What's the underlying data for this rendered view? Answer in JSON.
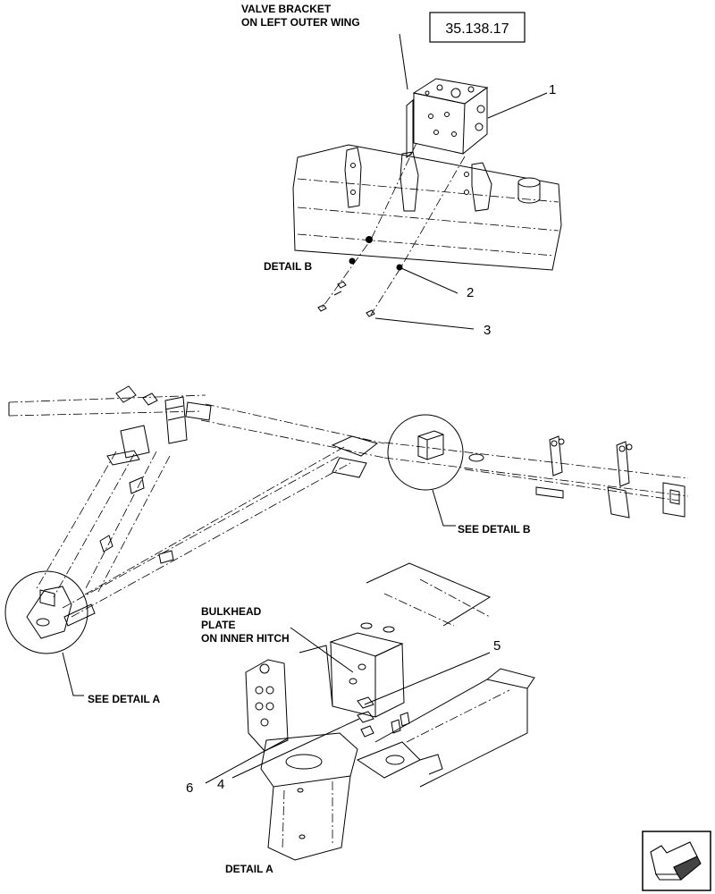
{
  "reference": "35.138.17",
  "labels": {
    "valve_bracket": [
      "VALVE BRACKET",
      "ON LEFT OUTER WING"
    ],
    "detail_b": "DETAIL  B",
    "see_detail_b": "SEE DETAIL  B",
    "see_detail_a": "SEE DETAIL  A",
    "bulkhead_plate": [
      "BULKHEAD",
      "PLATE",
      "ON INNER HITCH"
    ],
    "detail_a": "DETAIL  A"
  },
  "callouts": [
    "1",
    "2",
    "3",
    "4",
    "5",
    "6"
  ],
  "icons": [
    "next-page-arrow-icon"
  ]
}
